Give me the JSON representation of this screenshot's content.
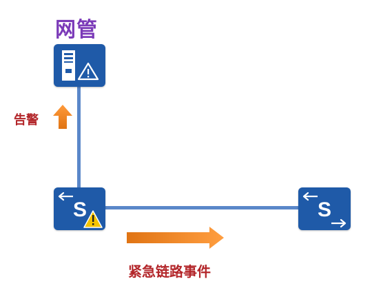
{
  "diagram": {
    "nms_label": "网管",
    "alarm_label": "告警",
    "event_label": "紧急链路事件"
  },
  "colors": {
    "device_fill": "#1f5aa8",
    "link": "#5a87c9",
    "nms_label": "#7b3ab8",
    "alarm_text": "#b3262a",
    "arrow": "#f08a24",
    "warning": "#f5c400"
  },
  "icons": {
    "nms": "server-warning-icon",
    "left_switch": "switch-warning-icon",
    "right_switch": "switch-icon",
    "alarm_direction": "arrow-up-icon",
    "event_direction": "arrow-right-icon"
  }
}
